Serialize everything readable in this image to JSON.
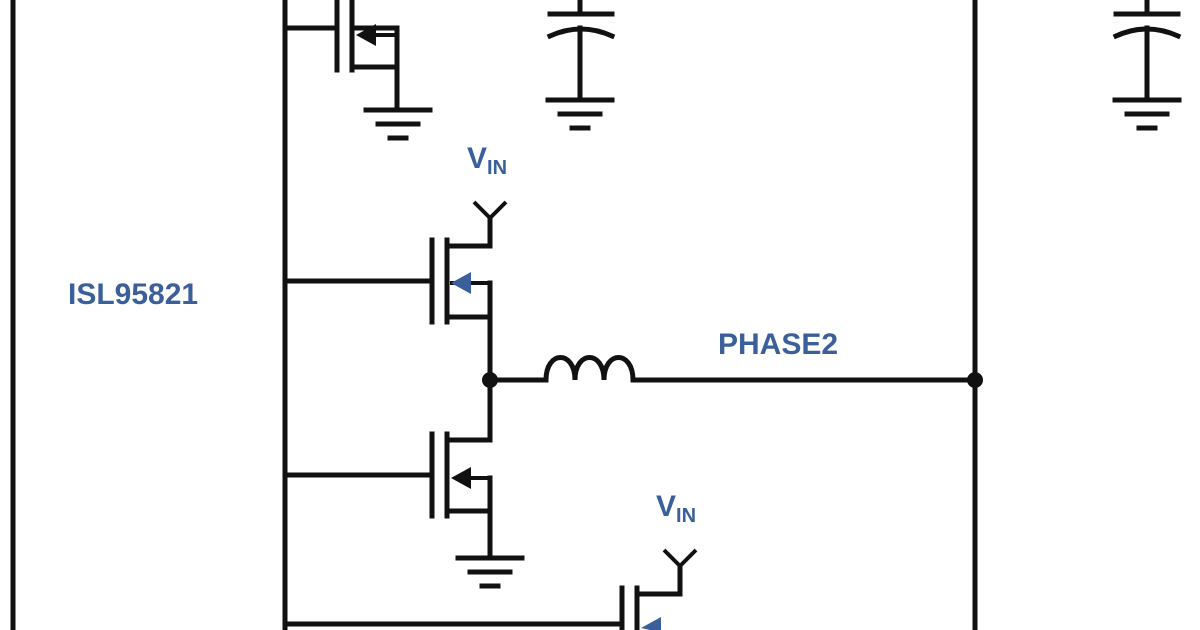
{
  "labels": {
    "controller": "ISL95821",
    "phase_net": "PHASE2",
    "vin_main": "V",
    "vin_sub": "IN"
  },
  "colors": {
    "label": "#3a5f9a",
    "wire": "#111111",
    "background": "#ffffff"
  }
}
